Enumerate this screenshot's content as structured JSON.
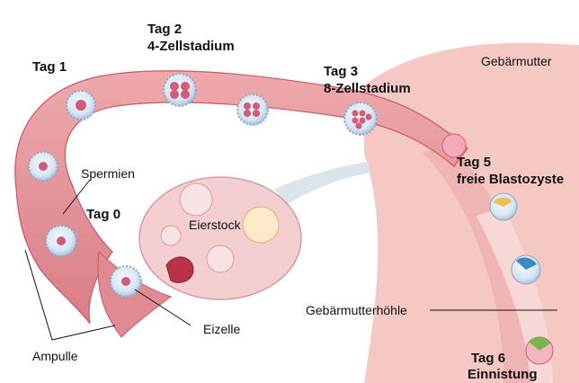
{
  "labels": {
    "day2": "Tag 2",
    "day2_stage": "4-Zellstadium",
    "day1": "Tag 1",
    "day3": "Tag 3",
    "day3_stage": "8-Zellstadium",
    "uterus": "Gebärmutter",
    "day5": "Tag 5",
    "day5_stage": "freie Blastozyste",
    "sperm": "Spermien",
    "day0": "Tag 0",
    "ovary": "Eierstock",
    "egg": "Eizelle",
    "ampulla": "Ampulle",
    "uterine_cavity": "Gebärmutterhöhle",
    "day6": "Tag 6",
    "day6_stage": "Einnistung"
  },
  "colors": {
    "tube": "#e49aa0",
    "tube_dark": "#c45a66",
    "uterus": "#f6c8c4",
    "uterus_wall": "#eaa9aa",
    "ovary": "#f4cfd2",
    "ligament": "#d9e5ea",
    "cell": "#d8e6f3",
    "nucleus": "#d45a7a"
  }
}
